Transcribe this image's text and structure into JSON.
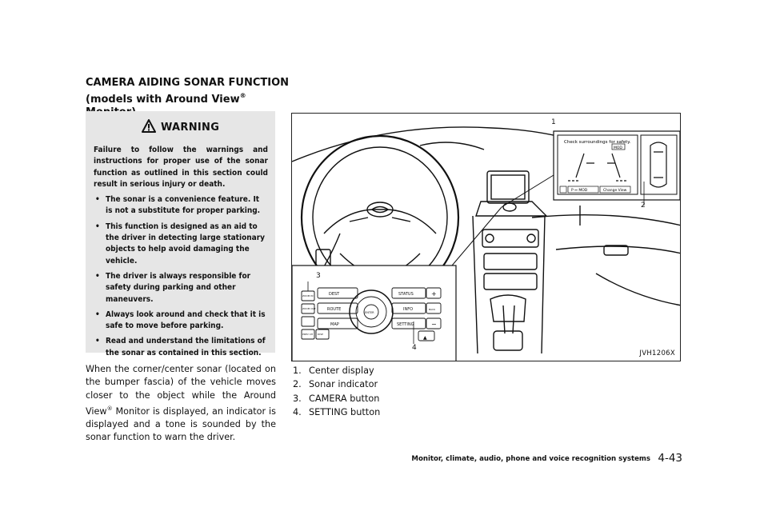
{
  "section": {
    "title_line1": "CAMERA AIDING SONAR FUNCTION",
    "title_line2_pre": "(models with Around View",
    "title_line2_reg": "®",
    "title_line2_post": " Monitor)"
  },
  "warning": {
    "heading": "WARNING",
    "intro": "Failure to follow the warnings and instructions for proper use of the sonar function as outlined in this section could result in serious injury or death.",
    "bullets": [
      "The sonar is a convenience feature. It is not a substitute for proper parking.",
      "This function is designed as an aid to the driver in detecting large stationary objects to help avoid damaging the vehicle.",
      "The driver is always responsible for safety during parking and other maneuvers.",
      "Always look around and check that it is safe to move before parking.",
      "Read and understand the limitations of the sonar as contained in this section."
    ]
  },
  "body": {
    "pre": "When the corner/center sonar (located on the bumper fascia) of the vehicle moves closer to the object while the Around View",
    "reg": "®",
    "post": " Monitor is displayed, an indicator is displayed and a tone is sounded by the sonar function to warn the driver."
  },
  "figure": {
    "code": "JVH1206X",
    "callouts": [
      "1",
      "2",
      "3",
      "4"
    ],
    "screen_msg": "Check surroundings for safety.",
    "screen_mod": "MOD",
    "screen_btn_left": "P ↔  MOD",
    "screen_btn_right": "Change View",
    "buttons": [
      "DEST",
      "ROUTE",
      "MAP",
      "STATUS",
      "INFO",
      "SETTING",
      "ENTER",
      "ZOOM IN",
      "ZOOM OUT",
      "PREV CH",
      "DISP",
      "BACK",
      "+",
      "−",
      "▲"
    ]
  },
  "legend": [
    {
      "num": "1.",
      "label": "Center display"
    },
    {
      "num": "2.",
      "label": "Sonar indicator"
    },
    {
      "num": "3.",
      "label": "CAMERA button"
    },
    {
      "num": "4.",
      "label": "SETTING button"
    }
  ],
  "footer": {
    "chapter": "Monitor, climate, audio, phone and voice recognition systems",
    "page": "4-43"
  }
}
